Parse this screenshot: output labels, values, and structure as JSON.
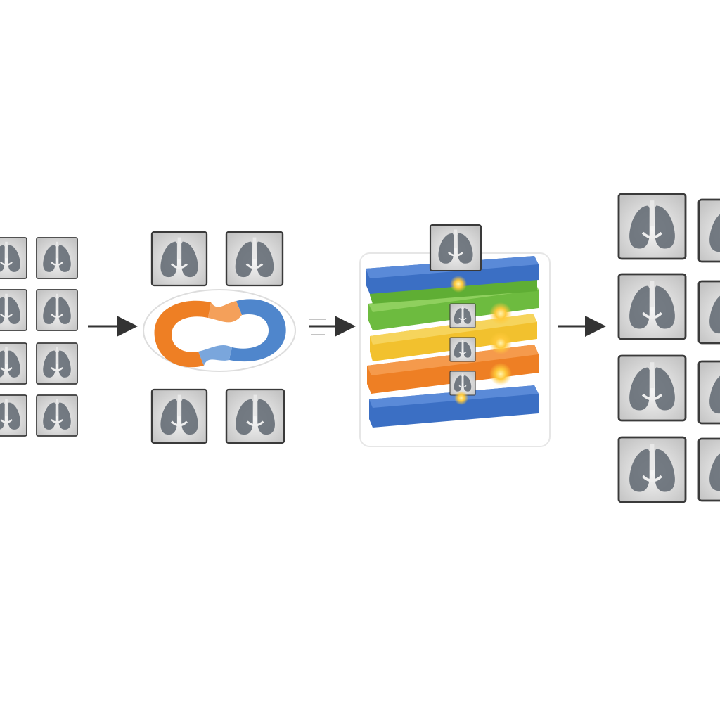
{
  "colors": {
    "background": "#ffffff",
    "arrow": "#333333",
    "frame": "#3a3a3a",
    "lung": "#5e6670",
    "swirl_orange": "#ee7f24",
    "swirl_blue": "#4f86cc",
    "layer_blue": "#3b6fc4",
    "layer_green": "#6dbb3f",
    "layer_yellow": "#f2c12e",
    "layer_orange": "#ee7f24",
    "glow": "#ffd54a"
  },
  "icons": {
    "thumbnail": "chest-xray-icon",
    "stage_augment": "swirl-cycle-icon",
    "stage_model": "layered-stack-icon",
    "connector": "arrow-right-icon",
    "activation": "glow-dot-icon"
  },
  "stages": [
    {
      "id": "input-xray-grid",
      "thumbnails": 8
    },
    {
      "id": "augmentation-cycle",
      "thumbnails": 4
    },
    {
      "id": "layered-model",
      "thumbnails": 4,
      "layers": 6
    },
    {
      "id": "output-xray-grid",
      "thumbnails": 8
    }
  ]
}
